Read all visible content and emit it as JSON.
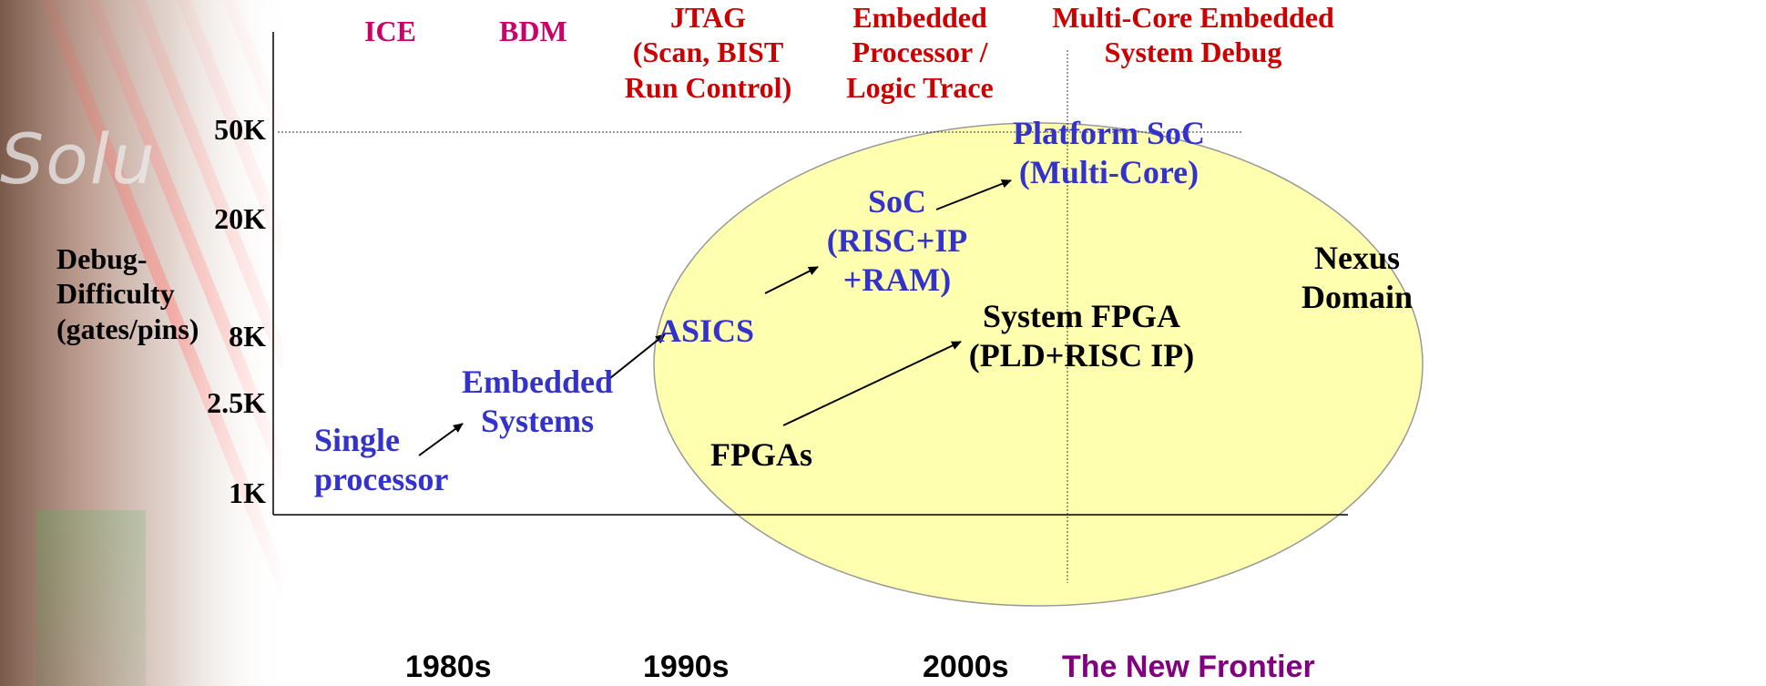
{
  "background_word": "Solu",
  "eras": [
    {
      "label": "ICE"
    },
    {
      "label": "BDM"
    },
    {
      "label": "JTAG\n(Scan, BIST\nRun Control)"
    },
    {
      "label": "Embedded\nProcessor /\nLogic Trace"
    },
    {
      "label": "Multi-Core Embedded\nSystem Debug"
    }
  ],
  "y_axis": {
    "label": "Debug-\nDifficulty\n(gates/pins)",
    "ticks": [
      "50K",
      "20K",
      "8K",
      "2.5K",
      "1K"
    ]
  },
  "x_axis": {
    "ticks": [
      "1980s",
      "1990s",
      "2000s"
    ],
    "frontier": "The New Frontier"
  },
  "nodes": {
    "single_processor": "Single\nprocessor",
    "embedded_systems": "Embedded\nSystems",
    "asics": "ASICS",
    "soc": "SoC\n(RISC+IP\n+RAM)",
    "platform_soc": "Platform SoC\n(Multi-Core)",
    "fpgas": "FPGAs",
    "system_fpga": "System FPGA\n(PLD+RISC IP)",
    "nexus_domain": "Nexus\nDomain"
  },
  "colors": {
    "era_red": "#cc0000",
    "era_magenta": "#cc0066",
    "node_blue": "#3333cc",
    "ellipse_fill": "#ffffb0",
    "frontier_purple": "#800080"
  }
}
